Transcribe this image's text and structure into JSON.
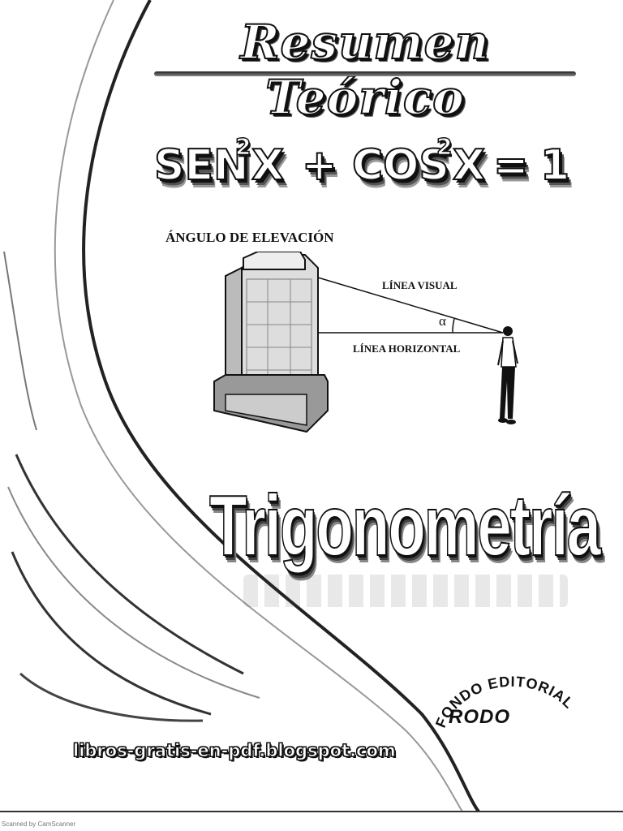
{
  "cover": {
    "title": "Resumen Teórico",
    "identity": {
      "sin": "SEN",
      "sin_exp": "2",
      "sin_var": "X",
      "plus": "+",
      "cos": "COS",
      "cos_exp": "2",
      "cos_var": "X",
      "equals": "=",
      "one": "1"
    },
    "figure": {
      "heading": "ÁNGULO DE ELEVACIÓN",
      "visual_label": "LÍNEA VISUAL",
      "horizontal_label": "LÍNEA HORIZONTAL",
      "angle_symbol": "α"
    },
    "subject": "Trigonometría",
    "publisher": {
      "arc_text": "FONDO EDITORIAL",
      "name": "RODO"
    },
    "footer_url": "libros-gratis-en-pdf.blogspot.com",
    "scan_note": "Scanned by CamScanner"
  }
}
